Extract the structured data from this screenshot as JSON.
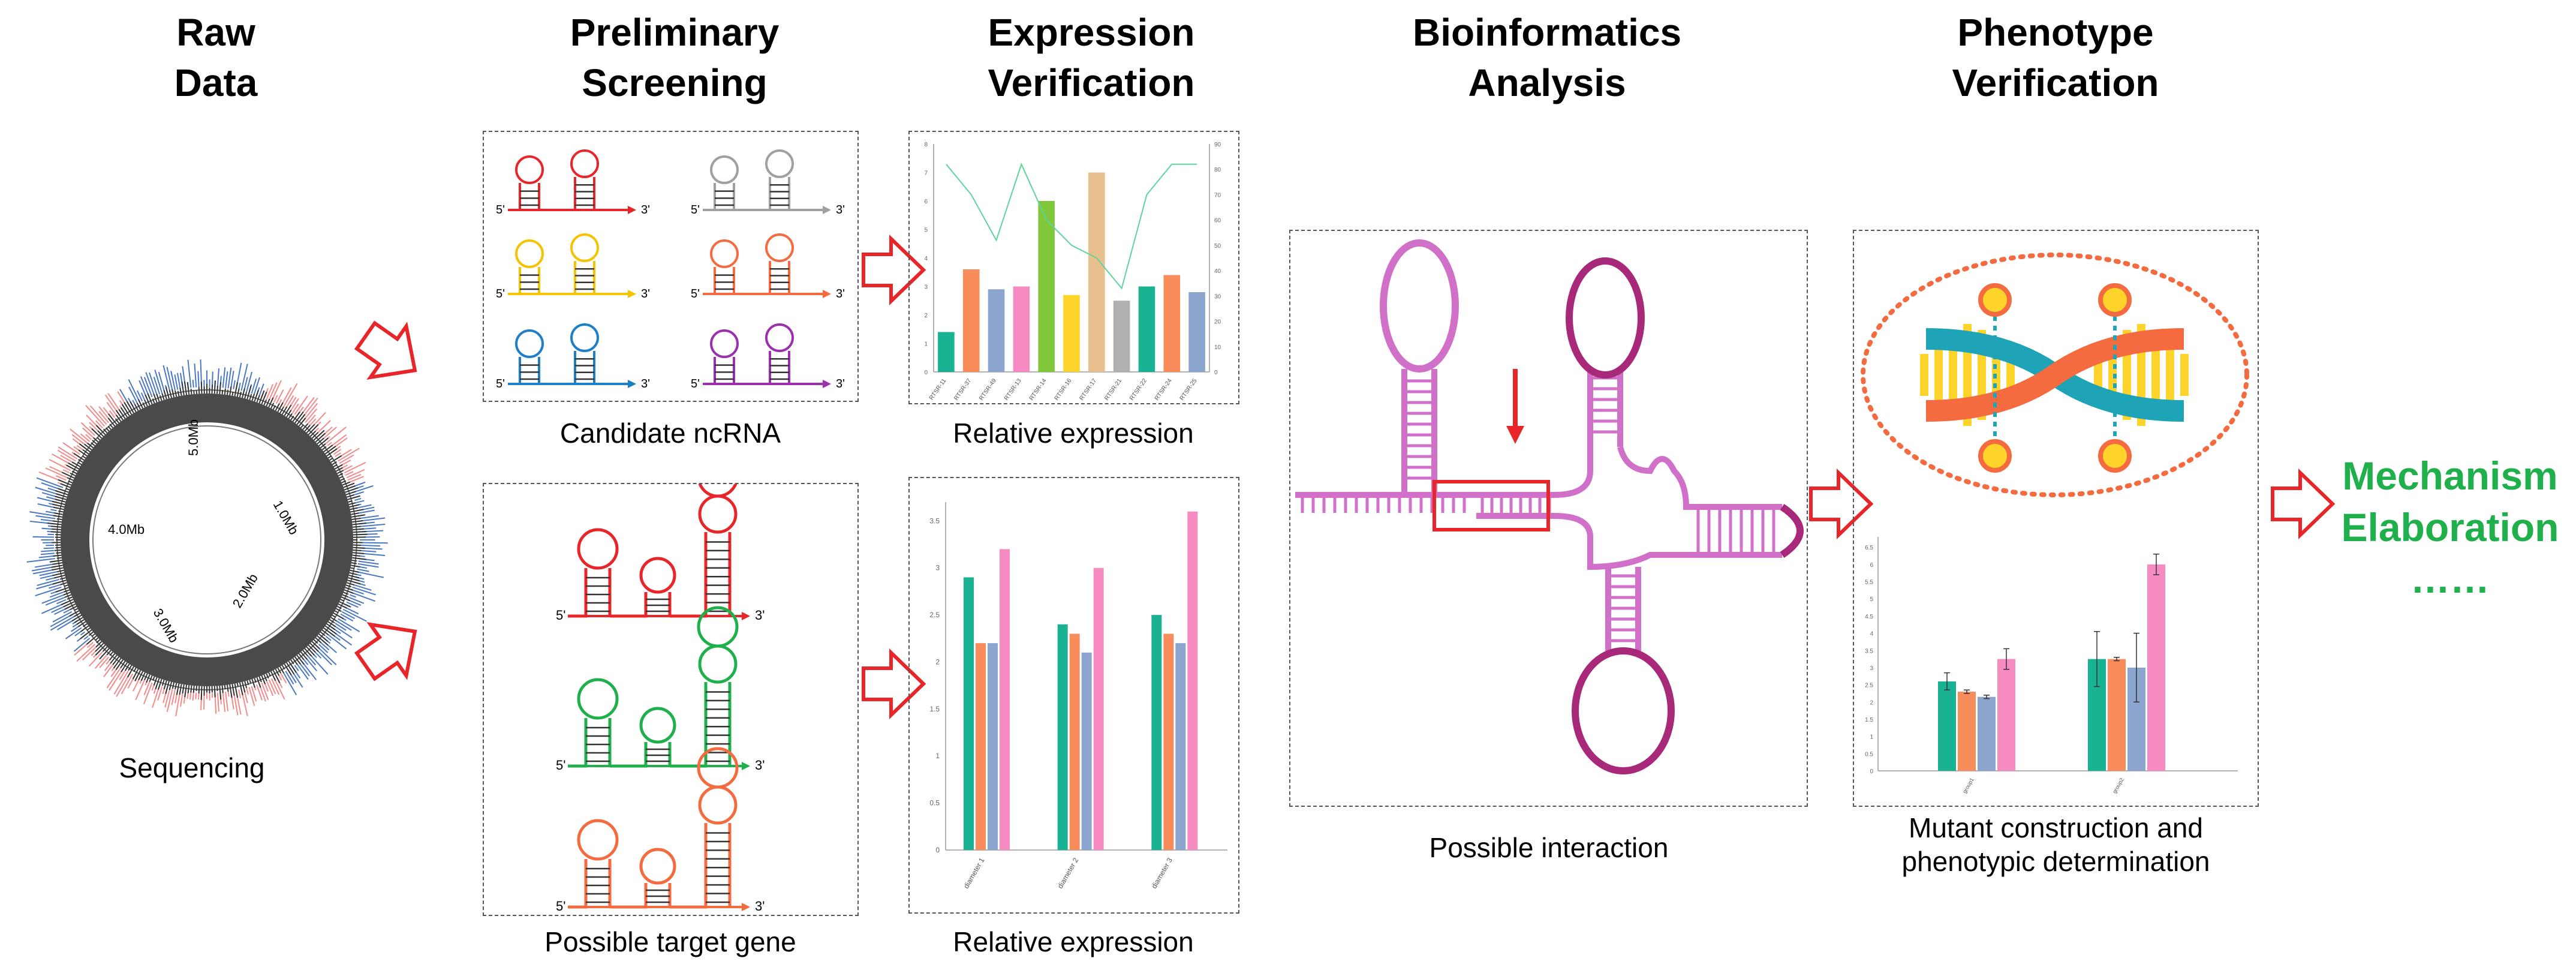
{
  "headers": {
    "raw_data": [
      "Raw",
      "Data"
    ],
    "preliminary": [
      "Preliminary",
      "Screening"
    ],
    "expression": [
      "Expression",
      "Verification"
    ],
    "bioinformatics": [
      "Bioinformatics",
      "Analysis"
    ],
    "phenotype": [
      "Phenotype",
      "Verification"
    ]
  },
  "captions": {
    "sequencing": "Sequencing",
    "candidate": "Candidate ncRNA",
    "relative1": "Relative expression",
    "target": "Possible target gene",
    "relative2": "Relative expression",
    "interaction": "Possible interaction",
    "mutant": [
      "Mutant construction and",
      "phenotypic determination"
    ]
  },
  "mechanism": [
    "Mechanism",
    "Elaboration",
    "……"
  ],
  "genome_ticks": [
    "5.0Mb",
    "1.0Mb",
    "2.0Mb",
    "3.0Mb",
    "4.0Mb"
  ],
  "strand_labels": {
    "five": "5'",
    "three": "3'"
  },
  "colors": {
    "arrow_red": "#e8262a",
    "green_text": "#1faf4b",
    "teal": "#19b394",
    "orange": "#f98c5b",
    "blue": "#8ba5cf",
    "pink": "#f58bc2",
    "rna_pink": "#d070c8",
    "rna_purple": "#a8287a"
  },
  "chart_data": [
    {
      "type": "bar",
      "title": "",
      "categories": [
        "RTSR-11",
        "RTSR-37",
        "RTSR-49",
        "RTSR-13",
        "RTSR-14",
        "RTSR-16",
        "RTSR-17",
        "RTSR-21",
        "RTSR-22",
        "RTSR-24",
        "RTSR-25"
      ],
      "values": [
        1.4,
        3.6,
        2.9,
        3.0,
        6.0,
        2.7,
        7.0,
        2.5,
        3.0,
        3.4,
        2.8
      ],
      "bar_colors": [
        "#19b394",
        "#f98c5b",
        "#8ba5cf",
        "#f58bc2",
        "#80c83a",
        "#ffd42a",
        "#e8c08e",
        "#b0b0b0",
        "#19b394",
        "#f98c5b",
        "#8ba5cf"
      ],
      "line_values": [
        82,
        70,
        52,
        82,
        60,
        50,
        45,
        33,
        70,
        82,
        82
      ],
      "ylim": [
        0,
        8
      ],
      "yticks": [
        "0",
        "1",
        "2",
        "3",
        "4",
        "5",
        "6",
        "7",
        "8"
      ],
      "y2lim": [
        0,
        90
      ],
      "y2ticks": [
        "0",
        "10",
        "20",
        "30",
        "40",
        "50",
        "60",
        "70",
        "80",
        "90"
      ]
    },
    {
      "type": "bar",
      "title": "",
      "categories": [
        "diameter 1",
        "diameter 2",
        "diameter 3"
      ],
      "series": [
        {
          "values": [
            2.9,
            2.4,
            2.5
          ]
        },
        {
          "values": [
            2.2,
            2.3,
            2.3
          ]
        },
        {
          "values": [
            2.2,
            2.1,
            2.2
          ]
        },
        {
          "values": [
            3.2,
            3.0,
            3.6
          ]
        }
      ],
      "series_colors": [
        "#19b394",
        "#f98c5b",
        "#8ba5cf",
        "#f58bc2"
      ],
      "ylim": [
        0,
        3.7
      ],
      "yticks": [
        "0",
        "0.5",
        "1",
        "1.5",
        "2",
        "2.5",
        "3",
        "3.5"
      ]
    },
    {
      "type": "bar",
      "title": "",
      "categories": [
        "group1",
        "group2"
      ],
      "series": [
        {
          "values": [
            2.6,
            3.25
          ],
          "errors": [
            0.25,
            0.8
          ]
        },
        {
          "values": [
            2.3,
            3.25
          ],
          "errors": [
            0.05,
            0.05
          ]
        },
        {
          "values": [
            2.15,
            3.0
          ],
          "errors": [
            0.05,
            1.0
          ]
        },
        {
          "values": [
            3.25,
            6.0
          ],
          "errors": [
            0.3,
            0.3
          ]
        }
      ],
      "series_colors": [
        "#19b394",
        "#f98c5b",
        "#8ba5cf",
        "#f58bc2"
      ],
      "ylim": [
        0,
        6.8
      ],
      "yticks": [
        "0",
        "0.5",
        "1",
        "1.5",
        "2",
        "2.5",
        "3",
        "3.5",
        "4",
        "4.5",
        "5",
        "5.5",
        "6",
        "6.5"
      ]
    }
  ]
}
